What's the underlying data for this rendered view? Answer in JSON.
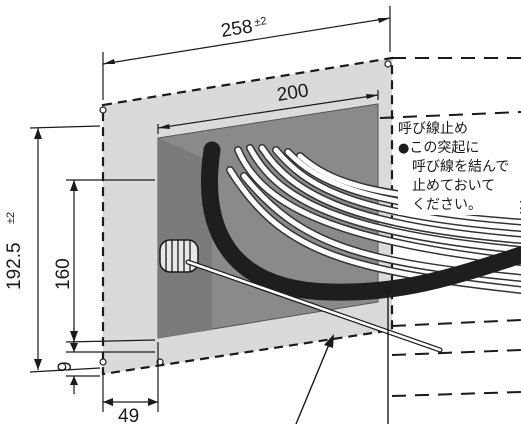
{
  "dimensions": {
    "panel_width": {
      "value": "258",
      "tolerance": "±2"
    },
    "opening_width": {
      "value": "200"
    },
    "panel_height": {
      "value": "192.5",
      "tolerance": "±2"
    },
    "opening_height": {
      "value": "160"
    },
    "bottom_offset": {
      "value": "9"
    },
    "left_offset": {
      "value": "49"
    }
  },
  "note": {
    "heading": "呼び線止め",
    "bullet": "●",
    "lines": [
      "この突起に",
      "呼び線を結んで",
      "止めておいて",
      "ください。"
    ]
  },
  "colors": {
    "panel": "#dadada",
    "recess": "#8a8a8a",
    "cable": "#2a2a2a",
    "wire": "#ffffff",
    "line": "#1a1a1a"
  }
}
